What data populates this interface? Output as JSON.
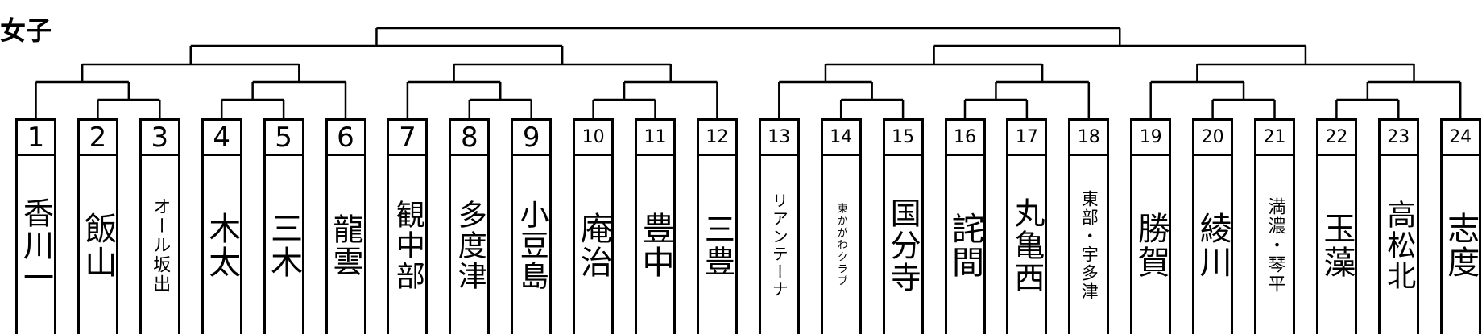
{
  "title": "女子",
  "teams": [
    {
      "number": "1",
      "name": "香川一"
    },
    {
      "number": "2",
      "name": "飯山"
    },
    {
      "number": "3",
      "name": "オール坂出"
    },
    {
      "number": "4",
      "name": "木太"
    },
    {
      "number": "5",
      "name": "三木"
    },
    {
      "number": "6",
      "name": "龍雲"
    },
    {
      "number": "7",
      "name": "観中部"
    },
    {
      "number": "8",
      "name": "多度津"
    },
    {
      "number": "9",
      "name": "小豆島"
    },
    {
      "number": "10",
      "name": "庵治"
    },
    {
      "number": "11",
      "name": "豊中"
    },
    {
      "number": "12",
      "name": "三豊"
    },
    {
      "number": "13",
      "name": "リアンテーナ"
    },
    {
      "number": "14",
      "name": "東かがわクラブ"
    },
    {
      "number": "15",
      "name": "国分寺"
    },
    {
      "number": "16",
      "name": "詫間"
    },
    {
      "number": "17",
      "name": "丸亀西"
    },
    {
      "number": "18",
      "name": "東部・宇多津"
    },
    {
      "number": "19",
      "name": "勝賀"
    },
    {
      "number": "20",
      "name": "綾川"
    },
    {
      "number": "21",
      "name": "満濃・琴平"
    },
    {
      "number": "22",
      "name": "玉藻"
    },
    {
      "number": "23",
      "name": "高松北"
    },
    {
      "number": "24",
      "name": "志度"
    }
  ]
}
